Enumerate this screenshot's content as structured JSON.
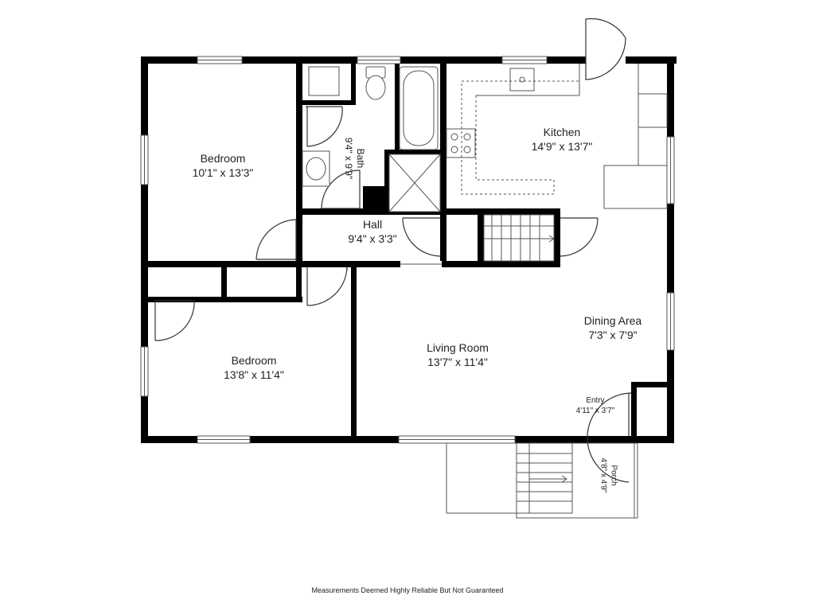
{
  "rooms": {
    "bedroom_1": {
      "name": "Bedroom",
      "dims": "10'1\" x 13'3\""
    },
    "bath": {
      "name": "Bath",
      "dims": "9'4\" x 9'9\""
    },
    "kitchen": {
      "name": "Kitchen",
      "dims": "14'9\" x 13'7\""
    },
    "hall": {
      "name": "Hall",
      "dims": "9'4\" x 3'3\""
    },
    "dining": {
      "name": "Dining Area",
      "dims": "7'3\" x 7'9\""
    },
    "living": {
      "name": "Living Room",
      "dims": "13'7\" x 11'4\""
    },
    "bedroom_2": {
      "name": "Bedroom",
      "dims": "13'8\" x 11'4\""
    },
    "entry": {
      "name": "Entry",
      "dims": "4'11\" x 3'7\""
    },
    "porch": {
      "name": "Porch",
      "dims": "4'8\" x 4'9\""
    }
  },
  "disclaimer": "Measurements Deemed Highly Reliable But Not Guaranteed",
  "colors": {
    "wall": "#000000",
    "line": "#555555",
    "background": "#ffffff"
  }
}
